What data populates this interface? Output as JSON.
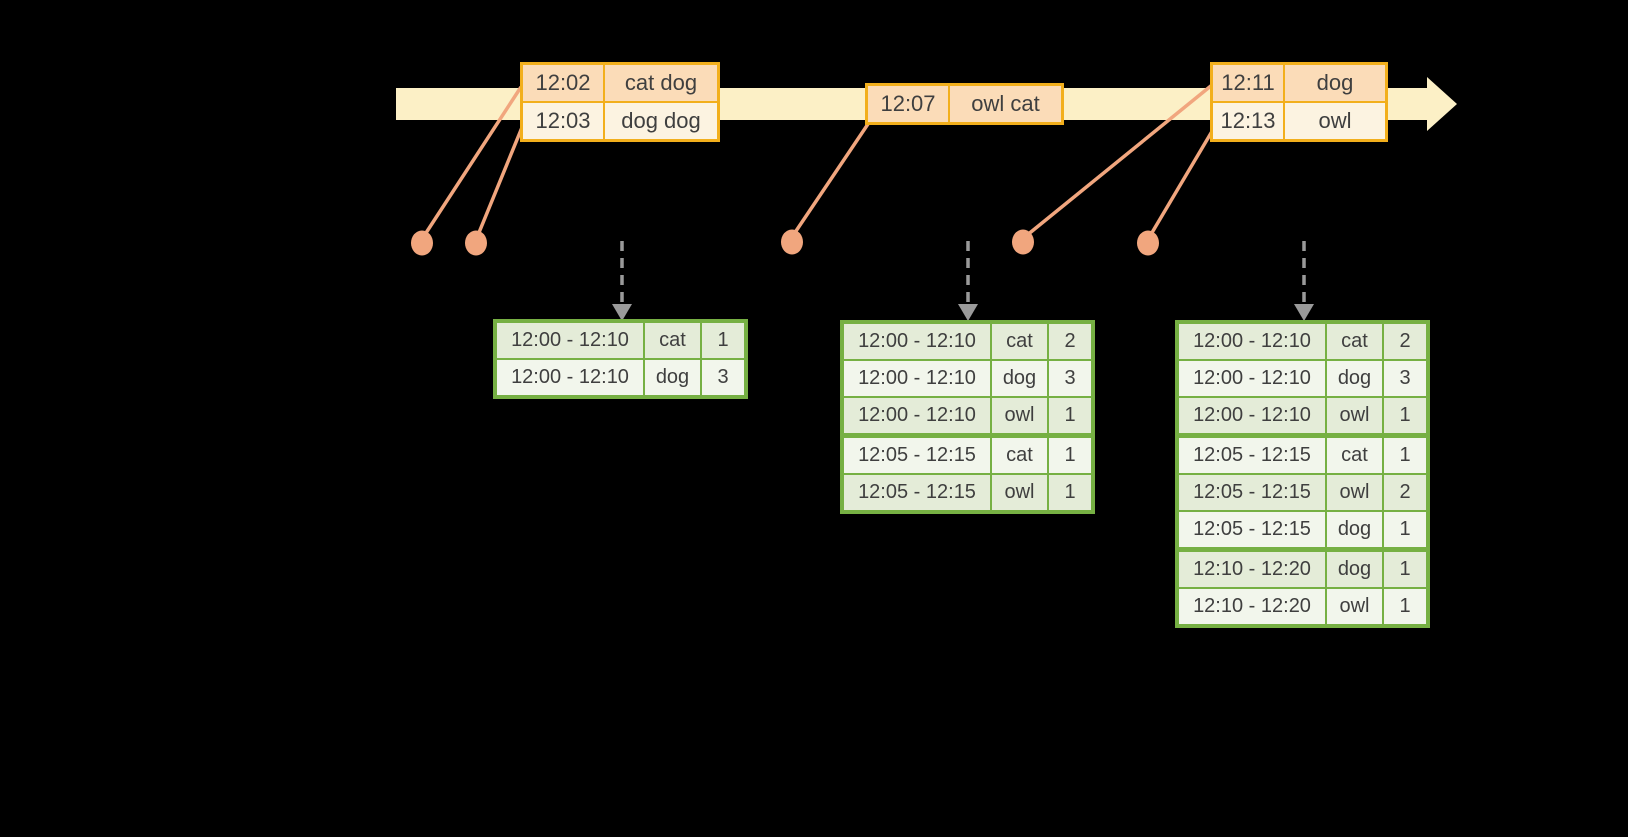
{
  "colors": {
    "gold": "#F2AF1C",
    "peach_dark": "#FBDCB8",
    "peach_light": "#FCF3E1",
    "band": "#FCF0C6",
    "salmon": "#F1A67E",
    "green": "#76B043",
    "green_dark": "#E4ECD8",
    "green_light": "#F2F6EC",
    "arrow_gray": "#9A9A9A",
    "text": "#3F3F3F"
  },
  "event_tables": [
    {
      "rows": [
        {
          "time": "12:02",
          "words": "cat dog"
        },
        {
          "time": "12:03",
          "words": "dog dog"
        }
      ]
    },
    {
      "rows": [
        {
          "time": "12:07",
          "words": "owl cat"
        }
      ]
    },
    {
      "rows": [
        {
          "time": "12:11",
          "words": "dog"
        },
        {
          "time": "12:13",
          "words": "owl"
        }
      ]
    }
  ],
  "result_tables": [
    {
      "rows": [
        {
          "window": "12:00 - 12:10",
          "word": "cat",
          "count": "1"
        },
        {
          "window": "12:00 - 12:10",
          "word": "dog",
          "count": "3"
        }
      ]
    },
    {
      "rows": [
        {
          "window": "12:00 - 12:10",
          "word": "cat",
          "count": "2"
        },
        {
          "window": "12:00 - 12:10",
          "word": "dog",
          "count": "3"
        },
        {
          "window": "12:00 - 12:10",
          "word": "owl",
          "count": "1"
        },
        {
          "window": "12:05 - 12:15",
          "word": "cat",
          "count": "1"
        },
        {
          "window": "12:05 - 12:15",
          "word": "owl",
          "count": "1"
        }
      ]
    },
    {
      "rows": [
        {
          "window": "12:00 - 12:10",
          "word": "cat",
          "count": "2"
        },
        {
          "window": "12:00 - 12:10",
          "word": "dog",
          "count": "3"
        },
        {
          "window": "12:00 - 12:10",
          "word": "owl",
          "count": "1"
        },
        {
          "window": "12:05 - 12:15",
          "word": "cat",
          "count": "1"
        },
        {
          "window": "12:05 - 12:15",
          "word": "owl",
          "count": "2"
        },
        {
          "window": "12:05 - 12:15",
          "word": "dog",
          "count": "1"
        },
        {
          "window": "12:10 - 12:20",
          "word": "dog",
          "count": "1"
        },
        {
          "window": "12:10 - 12:20",
          "word": "owl",
          "count": "1"
        }
      ]
    }
  ]
}
